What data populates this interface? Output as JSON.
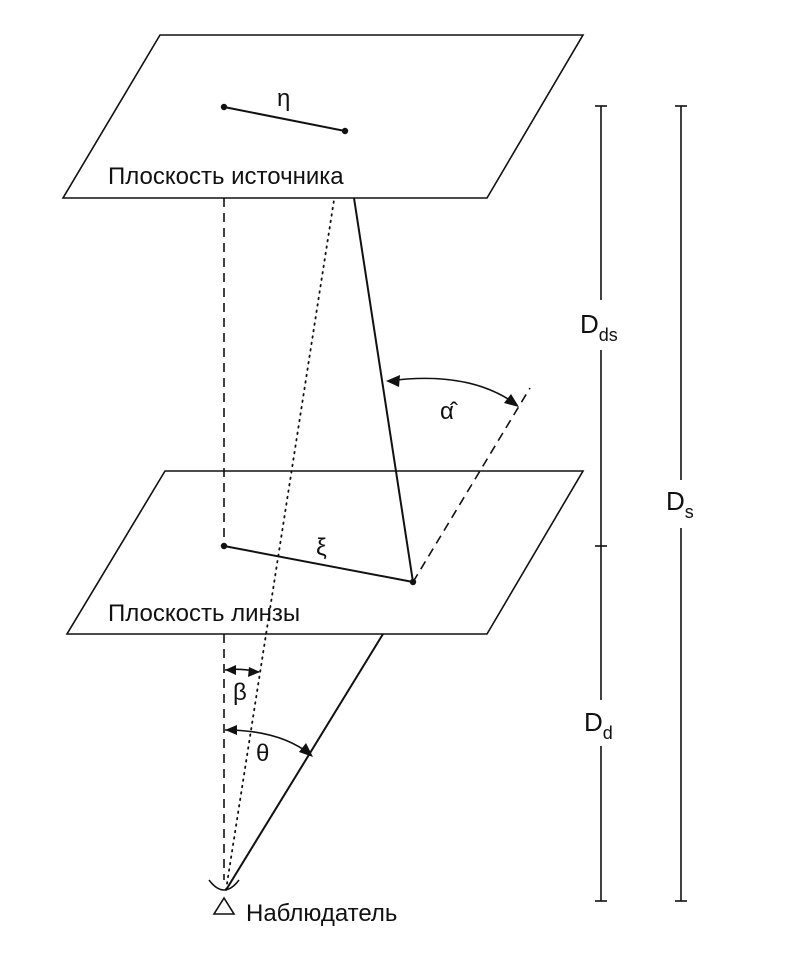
{
  "planes": {
    "source_label": "Плоскость источника",
    "lens_label": "Плоскость линзы"
  },
  "observer": {
    "label": "Наблюдатель"
  },
  "symbols": {
    "eta": "η",
    "xi": "ξ",
    "alpha_hat": "α̂",
    "beta": "β",
    "theta": "θ"
  },
  "distances": {
    "dds": {
      "main": "D",
      "sub": "ds"
    },
    "ds": {
      "main": "D",
      "sub": "s"
    },
    "dd": {
      "main": "D",
      "sub": "d"
    }
  }
}
